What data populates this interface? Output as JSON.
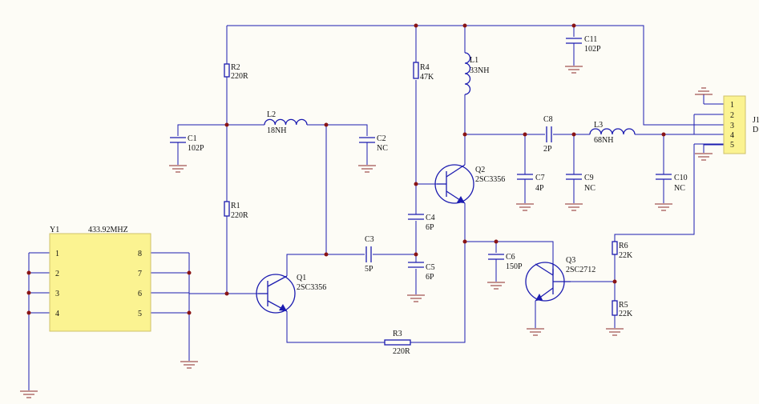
{
  "crystal": {
    "ref": "Y1",
    "value": "433.92MHZ",
    "pins_left": [
      "1",
      "2",
      "3",
      "4"
    ],
    "pins_right": [
      "8",
      "7",
      "6",
      "5"
    ]
  },
  "connector": {
    "ref": "J1",
    "value": "D",
    "pins": [
      "1",
      "2",
      "3",
      "4",
      "5"
    ]
  },
  "components": {
    "R1": {
      "ref": "R1",
      "value": "220R"
    },
    "R2": {
      "ref": "R2",
      "value": "220R"
    },
    "R3": {
      "ref": "R3",
      "value": "220R"
    },
    "R4": {
      "ref": "R4",
      "value": "47K"
    },
    "R5": {
      "ref": "R5",
      "value": "22K"
    },
    "R6": {
      "ref": "R6",
      "value": "22K"
    },
    "C1": {
      "ref": "C1",
      "value": "102P"
    },
    "C2": {
      "ref": "C2",
      "value": "NC"
    },
    "C3": {
      "ref": "C3",
      "value": "5P"
    },
    "C4": {
      "ref": "C4",
      "value": "6P"
    },
    "C5": {
      "ref": "C5",
      "value": "6P"
    },
    "C6": {
      "ref": "C6",
      "value": "150P"
    },
    "C7": {
      "ref": "C7",
      "value": "4P"
    },
    "C8": {
      "ref": "C8",
      "value": "2P"
    },
    "C9": {
      "ref": "C9",
      "value": "NC"
    },
    "C10": {
      "ref": "C10",
      "value": "NC"
    },
    "C11": {
      "ref": "C11",
      "value": "102P"
    },
    "L1": {
      "ref": "L1",
      "value": "33NH"
    },
    "L2": {
      "ref": "L2",
      "value": "18NH"
    },
    "L3": {
      "ref": "L3",
      "value": "68NH"
    },
    "Q1": {
      "ref": "Q1",
      "value": "2SC3356"
    },
    "Q2": {
      "ref": "Q2",
      "value": "2SC3356"
    },
    "Q3": {
      "ref": "Q3",
      "value": "2SC2712"
    }
  },
  "colors": {
    "wire": "#1b1bb0",
    "ground": "#8a2a2a",
    "junction": "#8a1414",
    "chip": "#fbf391",
    "background": "#fdfcf6"
  }
}
